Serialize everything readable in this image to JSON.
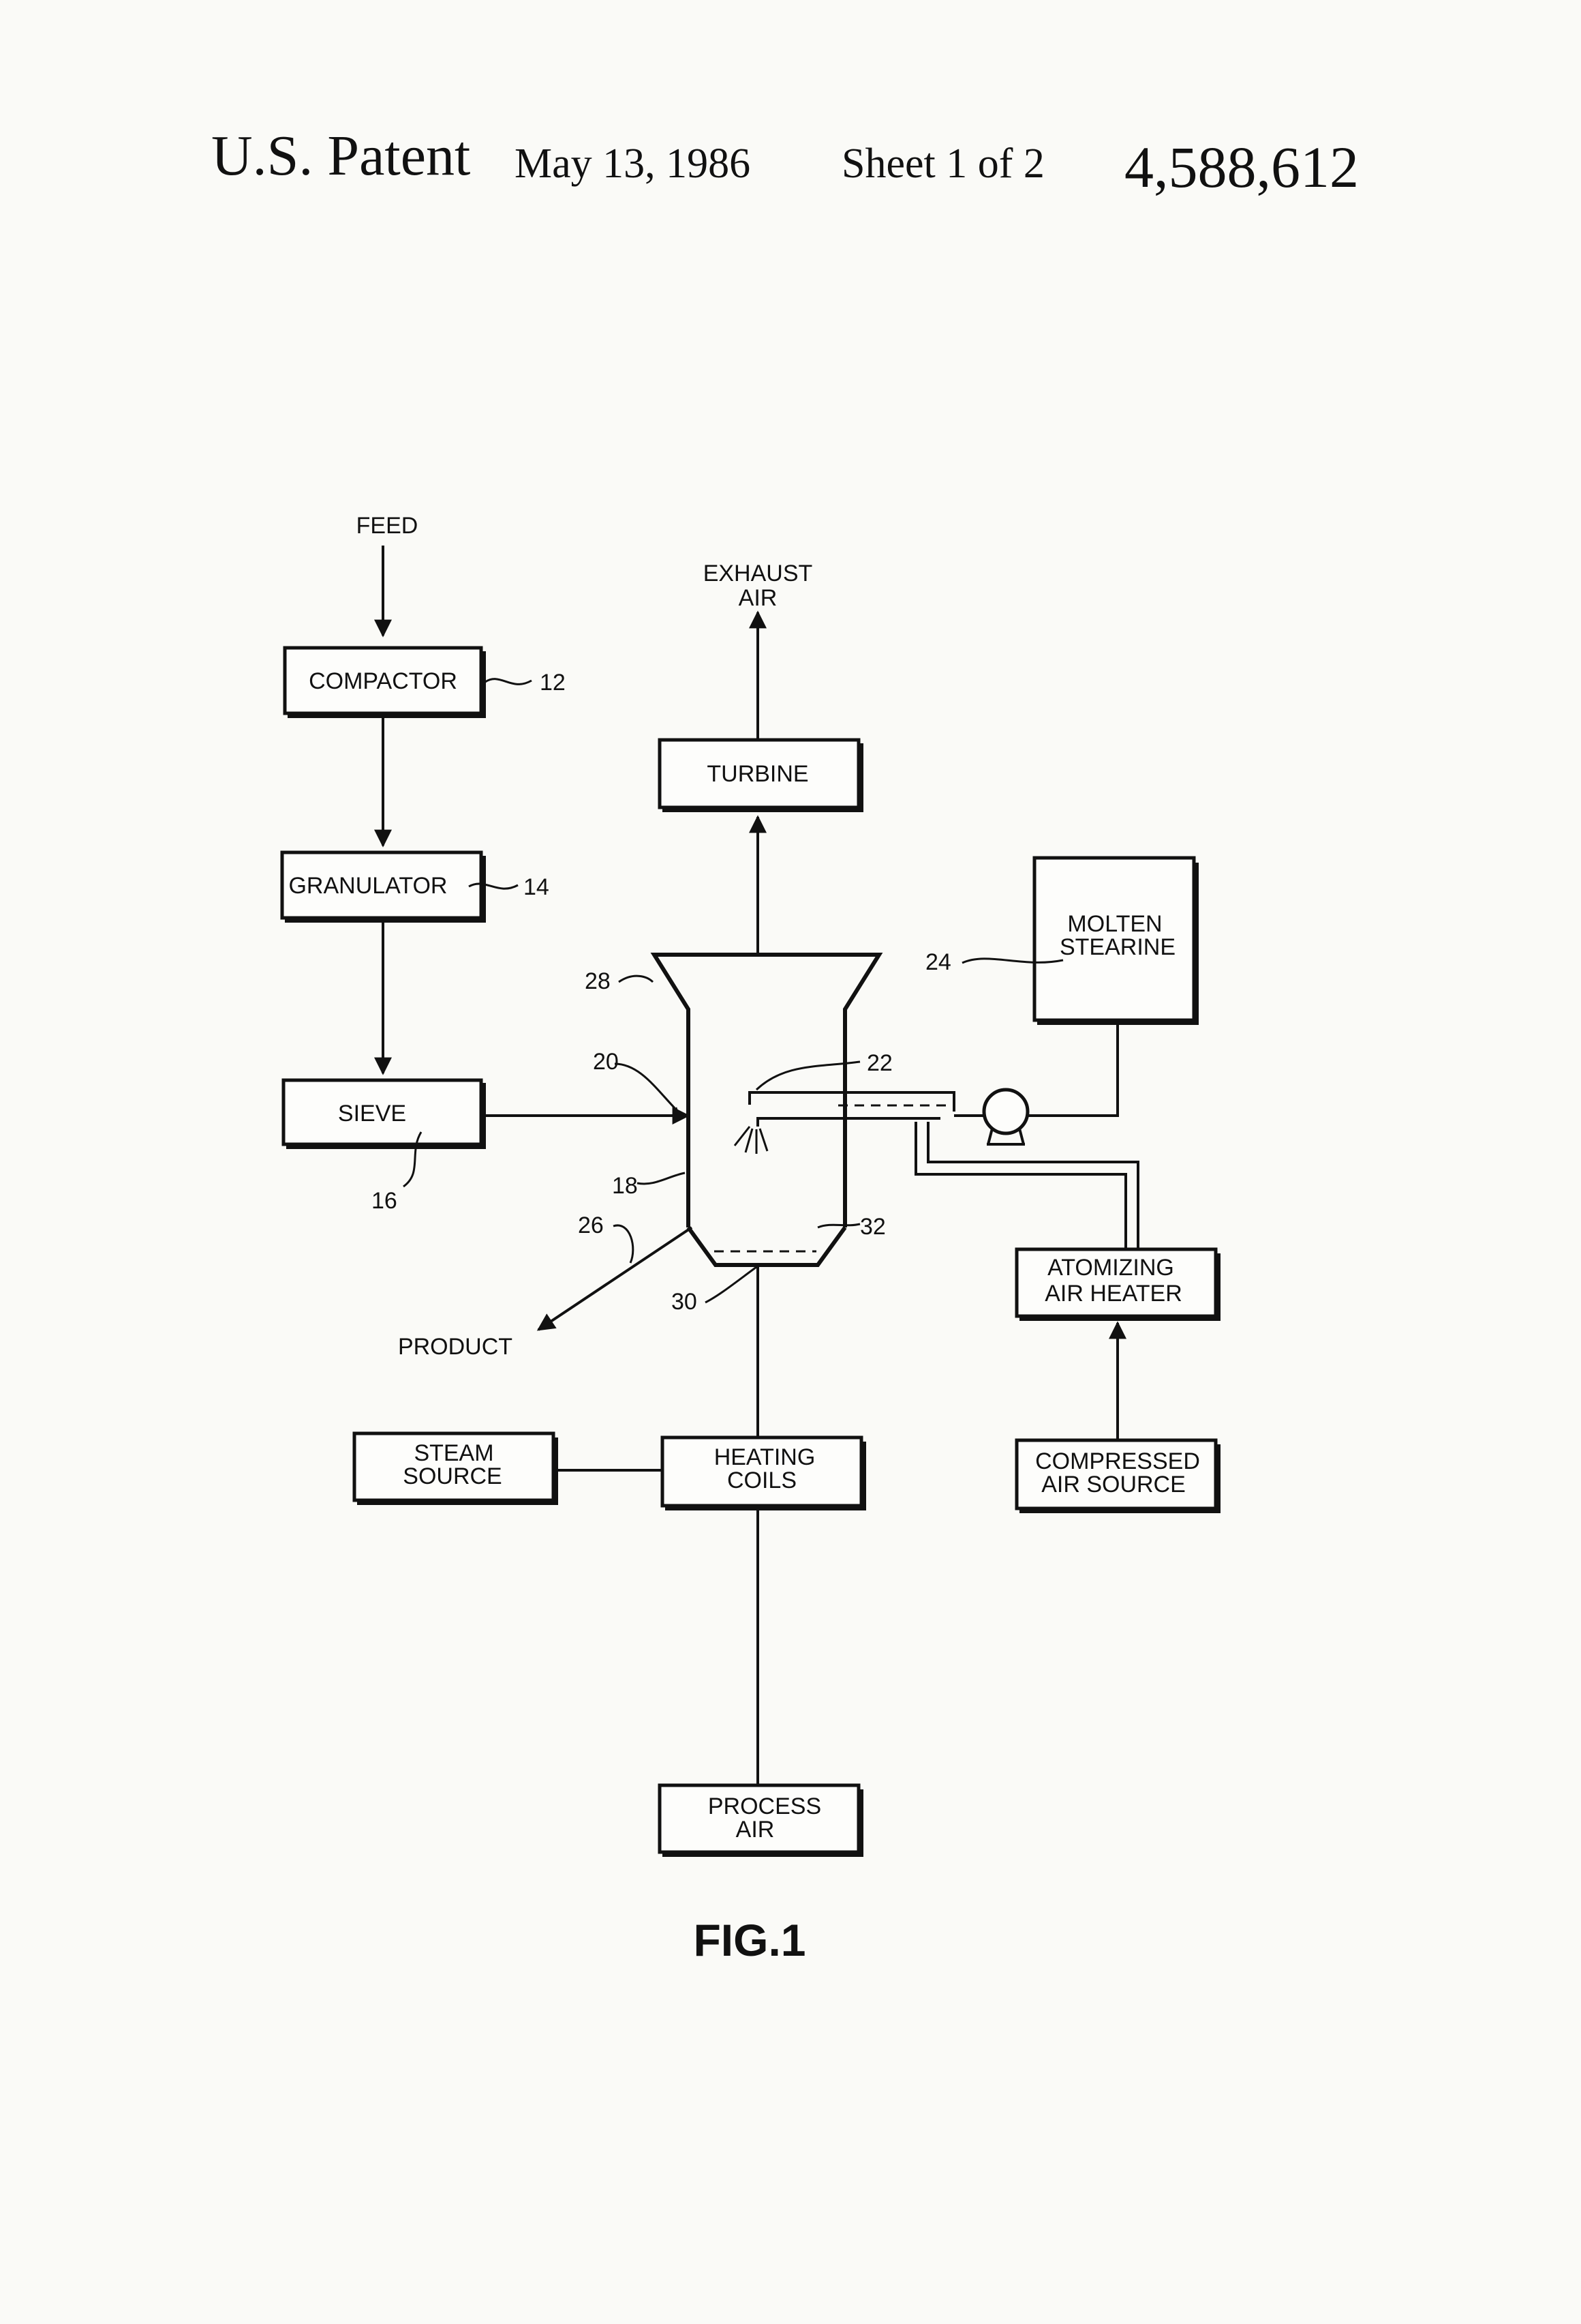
{
  "header": {
    "title": "U.S. Patent",
    "date": "May 13, 1986",
    "sheet": "Sheet 1 of 2",
    "patent_number": "4,588,612"
  },
  "diagram": {
    "feed": "FEED",
    "exhaust_air": [
      "EXHAUST",
      "AIR"
    ],
    "product": "PRODUCT",
    "figure_label": "FIG.1",
    "boxes": {
      "compactor": [
        "COMPACTOR"
      ],
      "granulator": [
        "GRANULATOR"
      ],
      "sieve": [
        "SIEVE"
      ],
      "turbine": [
        "TURBINE"
      ],
      "molten_stearine": [
        "MOLTEN",
        "STEARINE"
      ],
      "atomizing_air_heater": [
        "ATOMIZING",
        "AIR HEATER"
      ],
      "compressed_air_source": [
        "COMPRESSED",
        "AIR SOURCE"
      ],
      "steam_source": [
        "STEAM",
        "SOURCE"
      ],
      "heating_coils": [
        "HEATING",
        "COILS"
      ],
      "process_air": [
        "PROCESS",
        "AIR"
      ]
    },
    "refs": {
      "r12": "12",
      "r14": "14",
      "r16": "16",
      "r18": "18",
      "r20": "20",
      "r22": "22",
      "r24": "24",
      "r26": "26",
      "r28": "28",
      "r30": "30",
      "r32": "32"
    }
  }
}
